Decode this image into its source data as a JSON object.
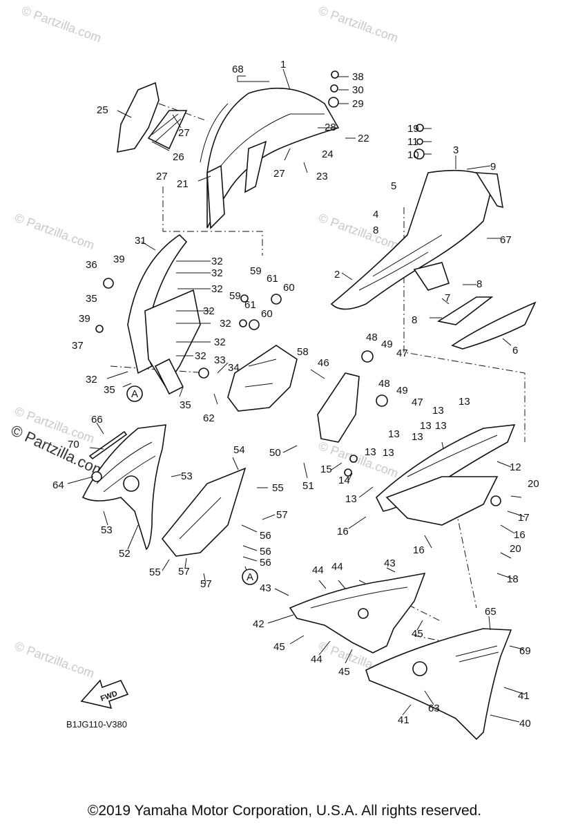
{
  "watermarks": [
    "© Partzilla.com",
    "© Partzilla.com",
    "© Partzilla.com",
    "© Partzilla.com",
    "© Partzilla.com",
    "© Partzilla.com",
    "© Partzilla.com",
    "© Partzilla.com"
  ],
  "big_watermark": "© Partzilla.com",
  "diagram_code": "B1JG110-V380",
  "fwd_label": "FWD",
  "circle_marker": "A",
  "copyright": "©2019  Yamaha Motor Corporation, U.S.A. All rights reserved.",
  "callouts": [
    "1",
    "2",
    "3",
    "4",
    "5",
    "6",
    "7",
    "8",
    "9",
    "10",
    "11",
    "12",
    "13",
    "14",
    "15",
    "16",
    "17",
    "18",
    "19",
    "20",
    "21",
    "22",
    "23",
    "24",
    "25",
    "26",
    "27",
    "28",
    "29",
    "30",
    "31",
    "32",
    "33",
    "34",
    "35",
    "36",
    "37",
    "38",
    "39",
    "40",
    "41",
    "42",
    "43",
    "44",
    "45",
    "46",
    "47",
    "48",
    "49",
    "50",
    "51",
    "52",
    "53",
    "54",
    "55",
    "56",
    "57",
    "58",
    "59",
    "60",
    "61",
    "62",
    "63",
    "64",
    "65",
    "66",
    "67",
    "68",
    "69",
    "70"
  ]
}
